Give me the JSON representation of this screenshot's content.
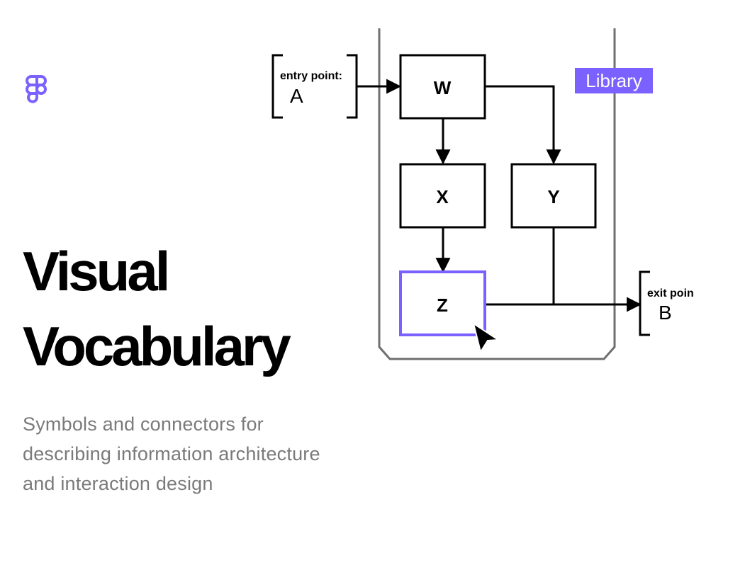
{
  "brand": {
    "logo_icon": "figma-logo-icon",
    "accent_color": "#7b61ff"
  },
  "hero": {
    "title_line1": "Visual",
    "title_line2": "Vocabulary",
    "subtitle_line1": "Symbols and connectors for",
    "subtitle_line2": "describing information architecture",
    "subtitle_line3": "and interaction design"
  },
  "diagram": {
    "badge": "Library",
    "entry": {
      "label": "entry point:",
      "letter": "A"
    },
    "exit": {
      "label": "exit poin",
      "letter": "B"
    },
    "nodes": {
      "w": "W",
      "x": "X",
      "y": "Y",
      "z": "Z"
    },
    "selected_node": "Z",
    "cursor_icon": "pointer-cursor-icon"
  }
}
